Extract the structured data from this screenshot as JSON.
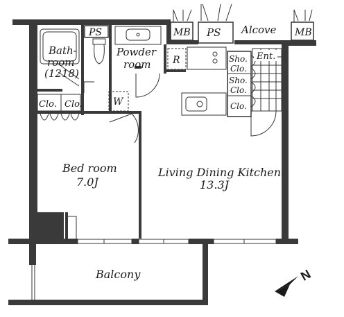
{
  "rooms": {
    "bathroom": {
      "line1": "Bath-",
      "line2": "room",
      "line3": "(1218)"
    },
    "ps_top": "PS",
    "powder_room": {
      "line1": "Powder",
      "line2": "room"
    },
    "mb_left": "MB",
    "ps_right": "PS",
    "alcove": "Alcove",
    "mb_right": "MB",
    "refrigerator": "R",
    "entrance": "Ent.",
    "shoe_closet_1": {
      "line1": "Sho.",
      "line2": "Clo."
    },
    "shoe_closet_2": {
      "line1": "Sho.",
      "line2": "Clo."
    },
    "closet_right": "Clo.",
    "closet_left_1": "Clo.",
    "closet_left_2": "Clo.",
    "washer": "W",
    "bedroom": {
      "line1": "Bed room",
      "line2": "7.0J"
    },
    "ldk": {
      "line1": "Living Dining Kitchen",
      "line2": "13.3J"
    },
    "balcony": "Balcony"
  },
  "compass": {
    "label": "N"
  }
}
